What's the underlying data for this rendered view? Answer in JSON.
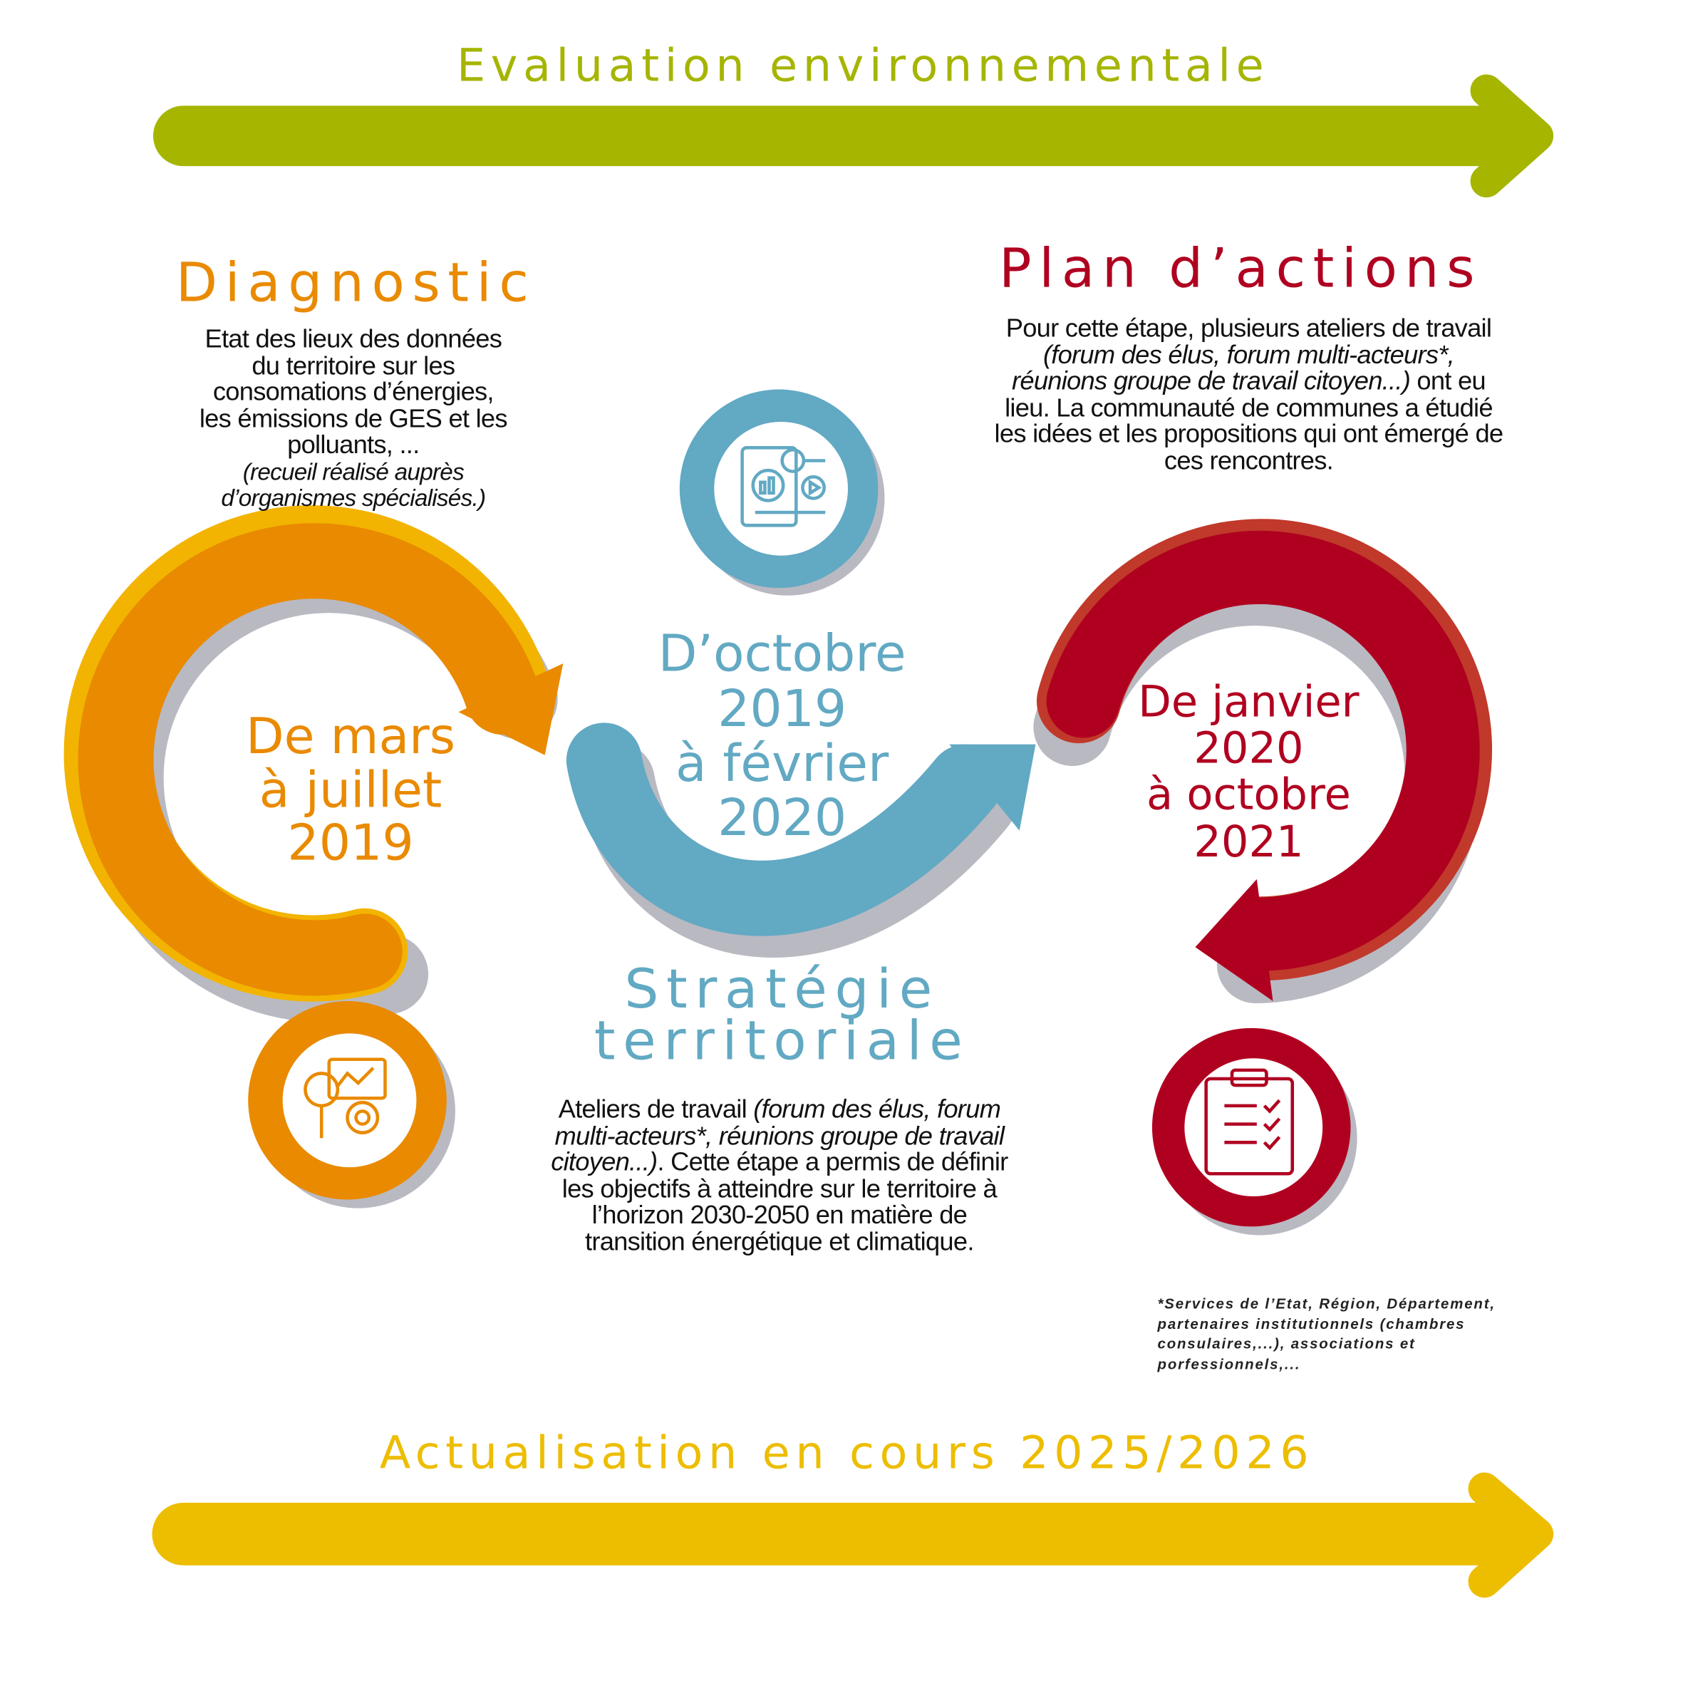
{
  "top_banner": {
    "label": "Evaluation environnementale",
    "color": "#a5b500"
  },
  "bottom_banner": {
    "label": "Actualisation en cours 2025/2026",
    "color": "#edbd00"
  },
  "diagnostic": {
    "title": "Diagnostic",
    "color": "#e98a00",
    "text": "Etat des lieux des données du territoire sur les consomations d’énergies, les émissions de GES et les polluants, ...",
    "text_italic": "(recueil réalisé auprès d’organismes spécialisés.)",
    "date_lines": [
      "De mars",
      "à juillet",
      "2019"
    ],
    "icon": "analytics-gear-magnifier-icon"
  },
  "strategie": {
    "title_lines": [
      "Stratégie",
      "territoriale"
    ],
    "color": "#62a9c3",
    "text_plain_1": "Ateliers de travail ",
    "text_italic": "(forum des élus, forum multi-acteurs*, réunions groupe de travail citoyen...)",
    "text_plain_2": ". Cette étape a permis de définir les objectifs à atteindre sur le territoire à l’horizon 2030-2050 en matière de transition énergétique et climatique.",
    "date_lines": [
      "D’octobre",
      "2019",
      "à février",
      "2020"
    ],
    "icon": "report-target-icon"
  },
  "plan": {
    "title": "Plan d’actions",
    "color": "#b00020",
    "text_plain_1": "Pour cette étape, plusieurs ateliers de travail ",
    "text_italic": "(forum des élus, forum multi-acteurs*, réunions groupe de travail citoyen...)",
    "text_plain_2": " ont eu lieu. La communauté de communes a étudié les idées et les propositions qui ont émergé de ces rencontres.",
    "date_lines": [
      "De janvier",
      "2020",
      "à octobre",
      "2021"
    ],
    "icon": "clipboard-checklist-icon"
  },
  "footnote": "*Services de l’Etat, Région, Département, partenaires institutionnels (chambres consulaires,...), associations et porfessionnels,..."
}
